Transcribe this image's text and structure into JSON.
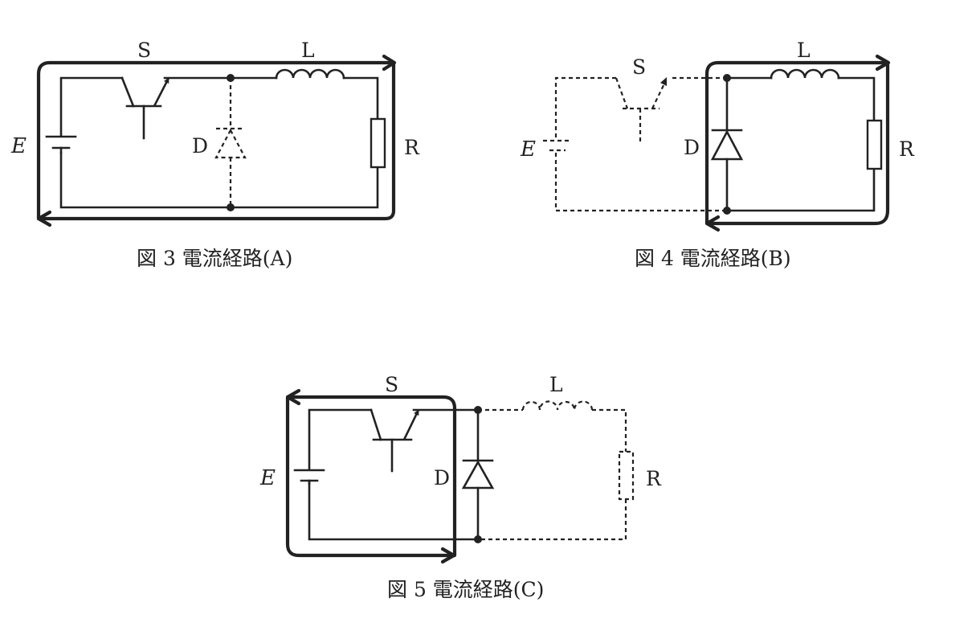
{
  "figures": [
    {
      "id": "fig3",
      "caption": "図 3  電流経路(A)",
      "labels": {
        "switch": "S",
        "inductor": "L",
        "diode": "D",
        "resistor": "R",
        "source": "E"
      }
    },
    {
      "id": "fig4",
      "caption": "図 4  電流経路(B)",
      "labels": {
        "switch": "S",
        "inductor": "L",
        "diode": "D",
        "resistor": "R",
        "source": "E"
      }
    },
    {
      "id": "fig5",
      "caption": "図 5  電流経路(C)",
      "labels": {
        "switch": "S",
        "inductor": "L",
        "diode": "D",
        "resistor": "R",
        "source": "E"
      }
    }
  ]
}
